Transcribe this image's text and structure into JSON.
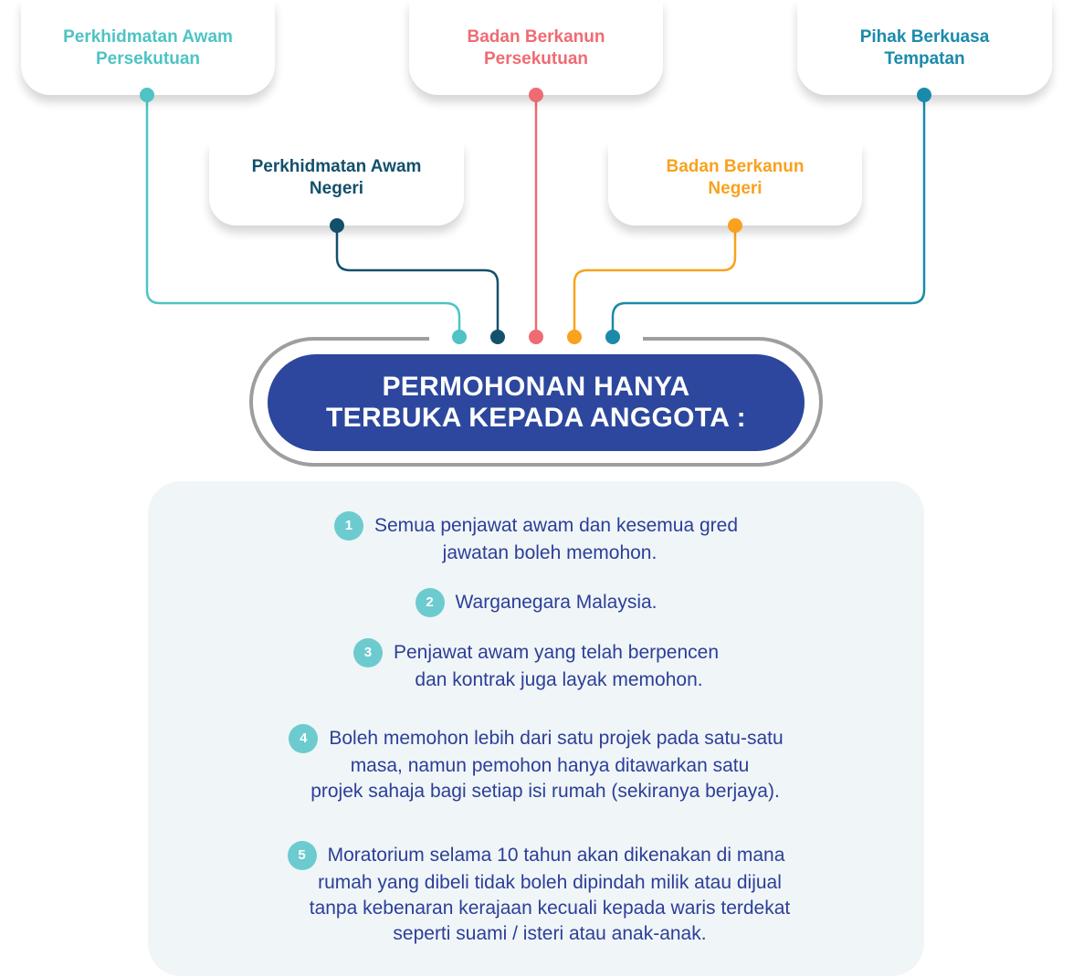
{
  "categories": [
    {
      "id": "fed-civil",
      "lines": [
        "Perkhidmatan Awam",
        "Persekutuan"
      ],
      "color": "#4fc3c5"
    },
    {
      "id": "state-civil",
      "lines": [
        "Perkhidmatan Awam",
        "Negeri"
      ],
      "color": "#13506b"
    },
    {
      "id": "fed-stat",
      "lines": [
        "Badan Berkanun",
        "Persekutuan"
      ],
      "color": "#ef6b73"
    },
    {
      "id": "state-stat",
      "lines": [
        "Badan Berkanun",
        "Negeri"
      ],
      "color": "#f8a21e"
    },
    {
      "id": "local-auth",
      "lines": [
        "Pihak Berkuasa",
        "Tempatan"
      ],
      "color": "#1a8aab"
    }
  ],
  "banner": {
    "lines": [
      "PERMOHONAN HANYA",
      "TERBUKA KEPADA ANGGOTA :"
    ],
    "color": "#2c479d"
  },
  "criteria": [
    {
      "number": "1",
      "lines": [
        "Semua penjawat awam dan kesemua gred",
        "jawatan boleh memohon."
      ]
    },
    {
      "number": "2",
      "lines": [
        "Warganegara Malaysia."
      ]
    },
    {
      "number": "3",
      "lines": [
        "Penjawat awam yang telah berpencen",
        "dan kontrak juga layak memohon."
      ]
    },
    {
      "number": "4",
      "lines": [
        "Boleh memohon lebih dari satu projek pada satu-satu",
        "masa, namun pemohon hanya ditawarkan satu",
        "projek sahaja bagi setiap isi rumah (sekiranya berjaya)."
      ]
    },
    {
      "number": "5",
      "lines": [
        "Moratorium selama 10 tahun akan dikenakan di mana",
        "rumah yang dibeli tidak boleh dipindah milik atau dijual",
        "tanpa kebenaran kerajaan kecuali kepada waris terdekat",
        "seperti suami / isteri atau anak-anak."
      ]
    }
  ],
  "colors": {
    "text_primary": "#2c3f97",
    "badge": "#6ccbcf",
    "panel_bg": "#f0f5f8",
    "outline": "#9e9e9e"
  }
}
